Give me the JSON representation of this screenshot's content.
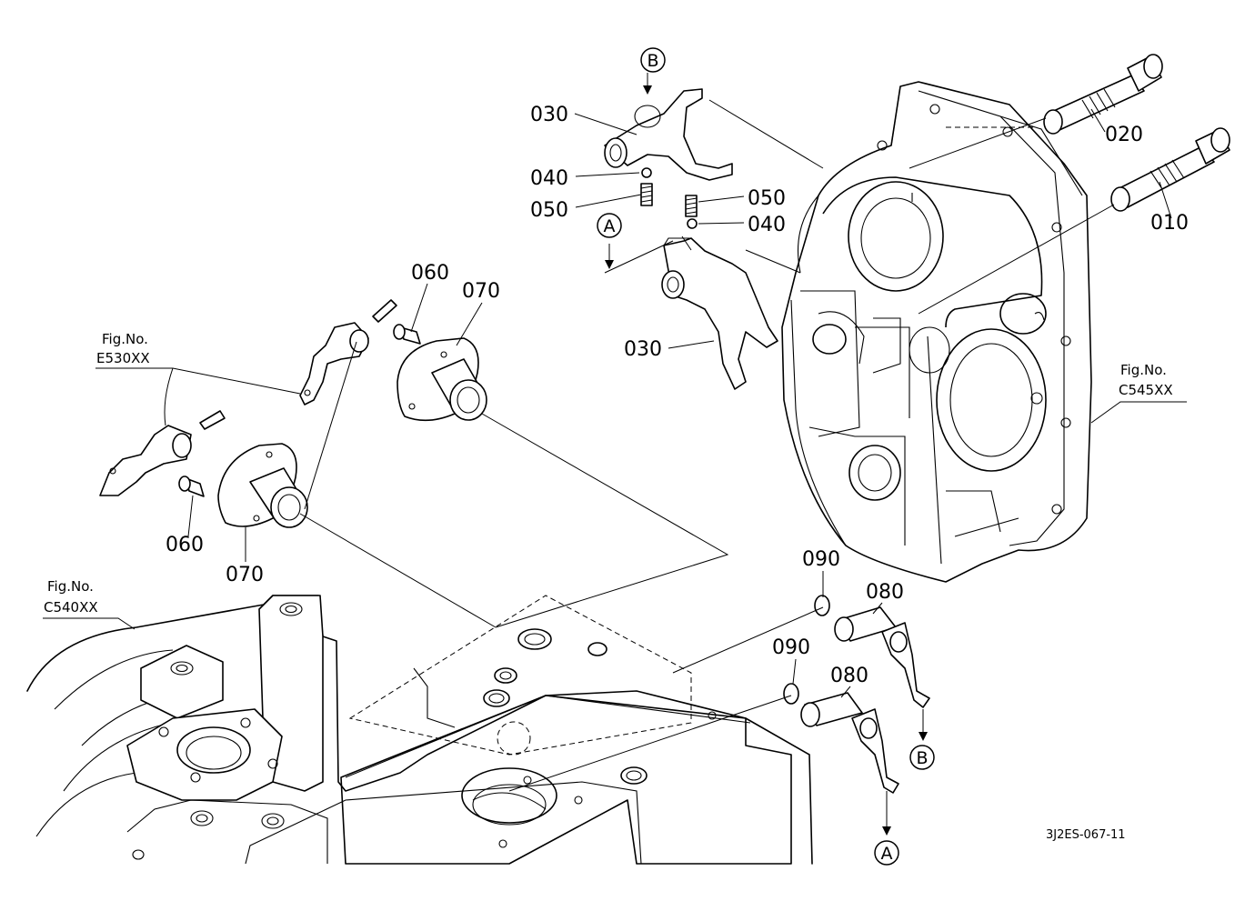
{
  "labels": {
    "p010": "010",
    "p020": "020",
    "p030_top": "030",
    "p030_bottom": "030",
    "p040_top": "040",
    "p040_bottom": "040",
    "p050_top": "050",
    "p050_bottom": "050",
    "p060_top": "060",
    "p060_bottom": "060",
    "p070_top": "070",
    "p070_bottom": "070",
    "p080_top": "080",
    "p080_bottom": "080",
    "p090_top": "090",
    "p090_bottom": "090"
  },
  "refs": {
    "b_top": "B",
    "a_mid": "A",
    "b_bottom": "B",
    "a_bottom": "A"
  },
  "fig_refs": {
    "e530_label": "Fig.No.",
    "e530_code": "E530XX",
    "c545_label": "Fig.No.",
    "c545_code": "C545XX",
    "c540_label": "Fig.No.",
    "c540_code": "C540XX"
  },
  "drawing_code": "3J2ES-067-11"
}
